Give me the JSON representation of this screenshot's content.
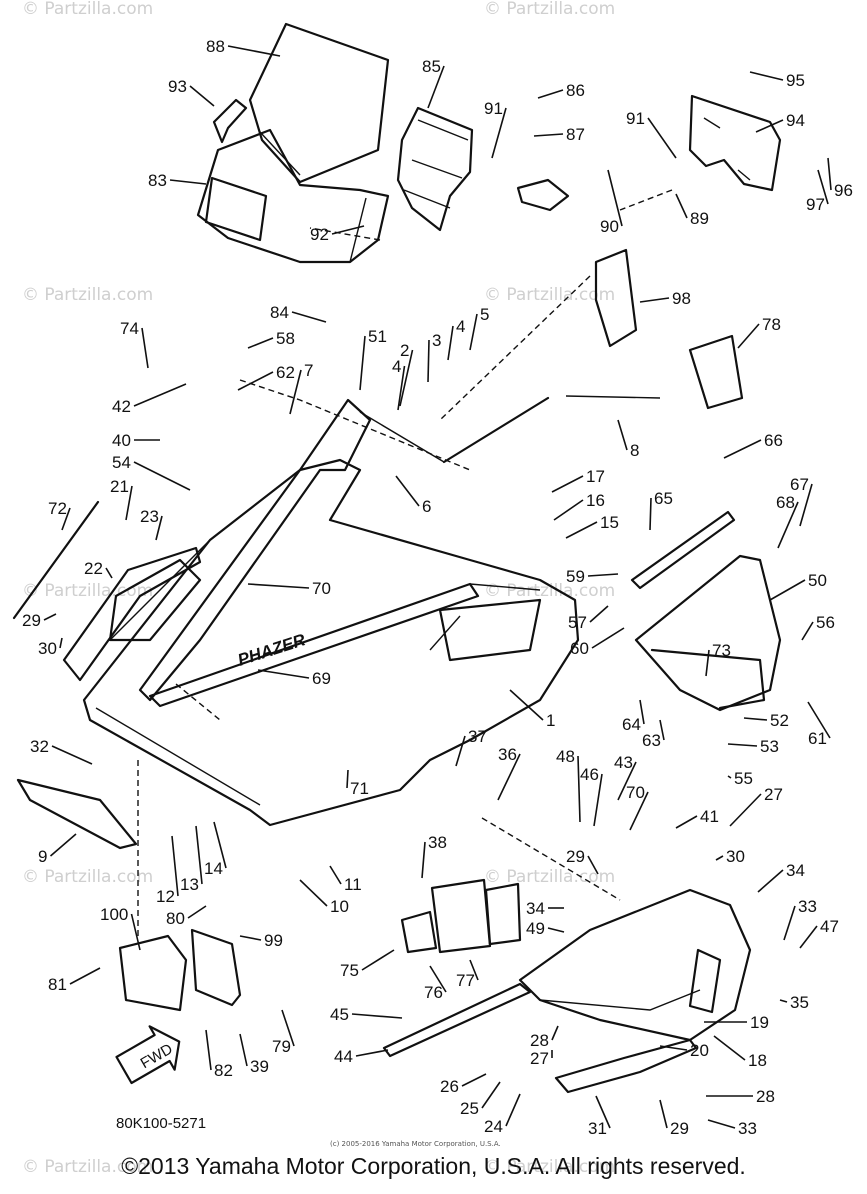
{
  "watermarks": [
    "© Partzilla.com",
    "© Partzilla.com",
    "© Partzilla.com",
    "© Partzilla.com",
    "© Partzilla.com",
    "© Partzilla.com",
    "© Partzilla.com",
    "© Partzilla.com",
    "© Partzilla.com",
    "© Partzilla.com",
    "© Partzilla.com",
    "© Partzilla.com"
  ],
  "brand_text": "PHAZER",
  "fwd_label": "FWD",
  "diagram_code": "80K100-5271",
  "small_copyright": "(c) 2005-2016 Yamaha Motor Corporation, U.S.A.",
  "footer": "©2013 Yamaha Motor Corporation, U.S.A. All rights reserved.",
  "callouts": [
    "88",
    "93",
    "85",
    "86",
    "91",
    "87",
    "95",
    "91",
    "94",
    "96",
    "83",
    "92",
    "97",
    "90",
    "89",
    "84",
    "98",
    "74",
    "58",
    "51",
    "2",
    "3",
    "4",
    "5",
    "4",
    "78",
    "42",
    "62",
    "7",
    "40",
    "8",
    "54",
    "6",
    "17",
    "66",
    "72",
    "21",
    "16",
    "68",
    "67",
    "23",
    "15",
    "65",
    "22",
    "59",
    "70",
    "50",
    "29",
    "57",
    "56",
    "30",
    "60",
    "73",
    "69",
    "1",
    "64",
    "63",
    "52",
    "61",
    "32",
    "37",
    "36",
    "48",
    "46",
    "43",
    "53",
    "55",
    "71",
    "41",
    "27",
    "9",
    "12",
    "13",
    "14",
    "70",
    "29",
    "30",
    "34",
    "38",
    "10",
    "11",
    "100",
    "80",
    "33",
    "34",
    "49",
    "47",
    "99",
    "75",
    "76",
    "77",
    "81",
    "45",
    "19",
    "35",
    "28",
    "27",
    "18",
    "20",
    "44",
    "79",
    "82",
    "39",
    "26",
    "25",
    "24",
    "28",
    "31",
    "29",
    "33"
  ]
}
